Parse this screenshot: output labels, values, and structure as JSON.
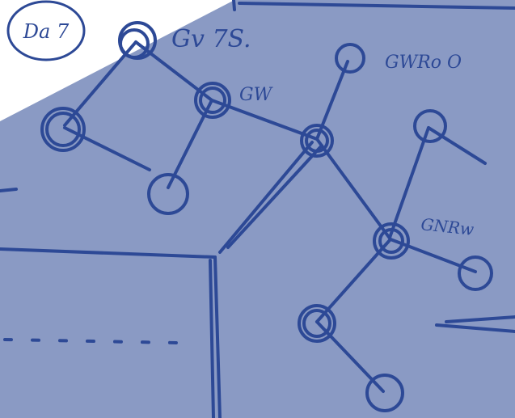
{
  "sketch": {
    "page_label": "Da 7",
    "node_labels": [
      "Gv 7S.",
      "GW",
      "GWRo O",
      "GNRw"
    ],
    "colors": {
      "paper": "#ffffff",
      "wash": "#8a9ac4",
      "ink": "#2d4996"
    }
  }
}
